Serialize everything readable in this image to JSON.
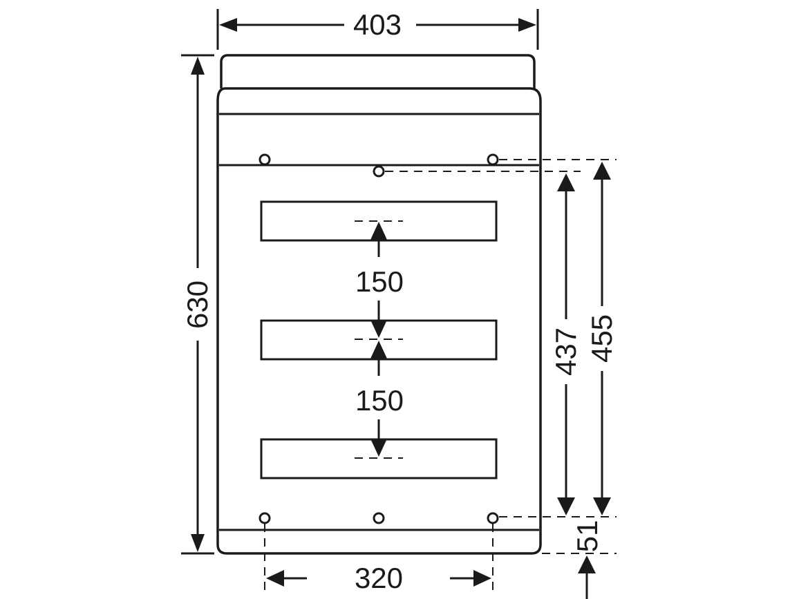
{
  "dimensions": {
    "overall_width": "403",
    "overall_height": "630",
    "module_spacing_upper": "150",
    "module_spacing_lower": "150",
    "mounting_height_inner": "437",
    "mounting_height_outer": "455",
    "bottom_offset": "51",
    "mounting_width": "320"
  }
}
